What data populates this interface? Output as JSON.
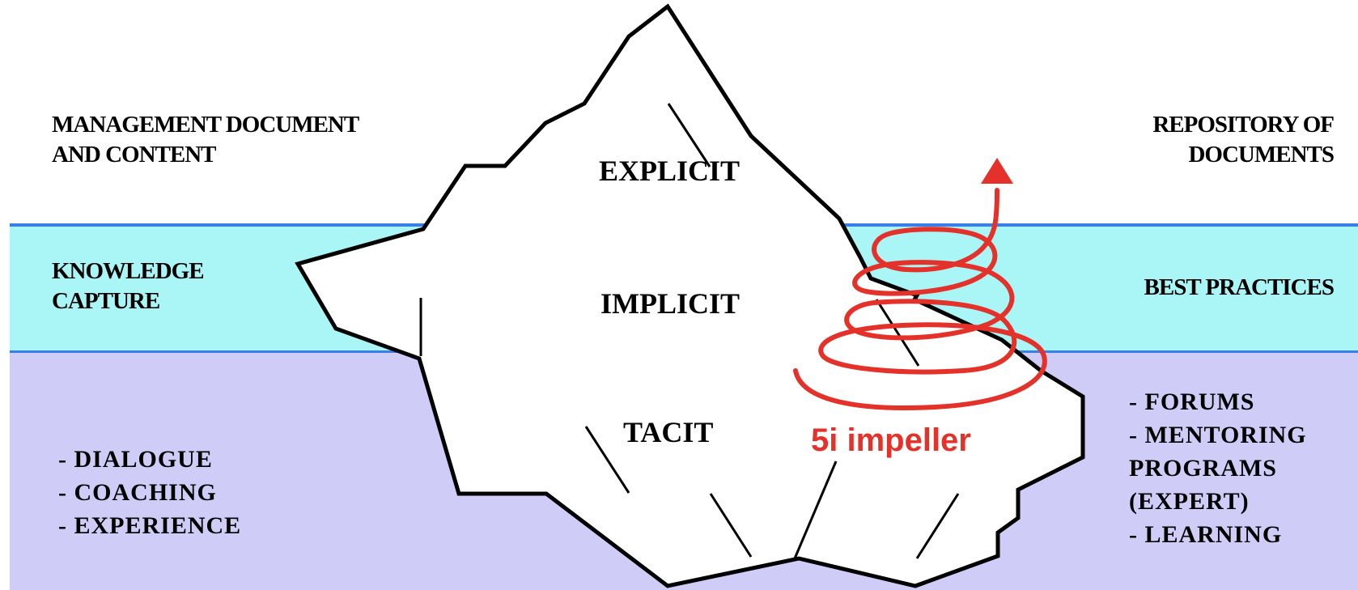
{
  "colors": {
    "surface_band": "#ffffff",
    "water_band": "#aaf6f6",
    "deep_band": "#d0ccf8",
    "waterline": "#3a7ee8",
    "impeller": "#e4322a"
  },
  "layers": {
    "explicit": "EXPLICIT",
    "implicit": "IMPLICIT",
    "tacit": "TACIT"
  },
  "left": {
    "top_line1": "MANAGEMENT DOCUMENT",
    "top_line2": "AND CONTENT",
    "mid_line1": "KNOWLEDGE",
    "mid_line2": "CAPTURE",
    "bottom_items": [
      "- DIALOGUE",
      "- COACHING",
      "- EXPERIENCE"
    ]
  },
  "right": {
    "top_line1": "REPOSITORY OF",
    "top_line2": "DOCUMENTS",
    "mid": "BEST PRACTICES",
    "bottom_items": [
      "- FORUMS",
      "- MENTORING",
      "PROGRAMS",
      "(EXPERT)",
      "- LEARNING"
    ]
  },
  "impeller_label": "5i impeller"
}
